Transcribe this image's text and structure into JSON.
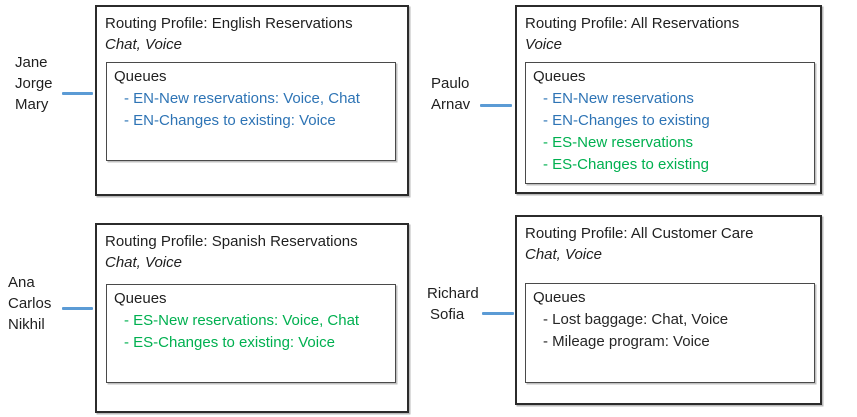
{
  "colors": {
    "queue_blue": "#2E74B5",
    "queue_green": "#00B050",
    "queue_black": "#262626",
    "connector_blue": "#5B9BD5",
    "border_outer": "#2b2b2b",
    "border_inner": "#4a4a4a"
  },
  "profiles": [
    {
      "title": "Routing Profile: English Reservations",
      "channels": "Chat, Voice",
      "queues_label": "Queues",
      "queues": [
        {
          "label": "- EN-New reservations: Voice, Chat",
          "color": "#2E74B5"
        },
        {
          "label": "- EN-Changes to existing: Voice",
          "color": "#2E74B5"
        }
      ],
      "agents": [
        "Jane",
        "Jorge",
        "Mary"
      ]
    },
    {
      "title": "Routing Profile: All Reservations",
      "channels": "Voice",
      "queues_label": "Queues",
      "queues": [
        {
          "label": "- EN-New reservations",
          "color": "#2E74B5"
        },
        {
          "label": "- EN-Changes to existing",
          "color": "#2E74B5"
        },
        {
          "label": "- ES-New reservations",
          "color": "#00B050"
        },
        {
          "label": "- ES-Changes to existing",
          "color": "#00B050"
        }
      ],
      "agents": [
        "Paulo",
        "Arnav"
      ]
    },
    {
      "title": "Routing Profile: Spanish Reservations",
      "channels": "Chat, Voice",
      "queues_label": "Queues",
      "queues": [
        {
          "label": "- ES-New reservations: Voice, Chat",
          "color": "#00B050"
        },
        {
          "label": "- ES-Changes to existing: Voice",
          "color": "#00B050"
        }
      ],
      "agents": [
        "Ana",
        "Carlos",
        "Nikhil"
      ]
    },
    {
      "title": "Routing Profile: All Customer Care",
      "channels": "Chat, Voice",
      "queues_label": "Queues",
      "queues": [
        {
          "label": "- Lost baggage: Chat, Voice",
          "color": "#262626"
        },
        {
          "label": "- Mileage program: Voice",
          "color": "#262626"
        }
      ],
      "agents": [
        "Richard",
        "Sofia"
      ]
    }
  ]
}
